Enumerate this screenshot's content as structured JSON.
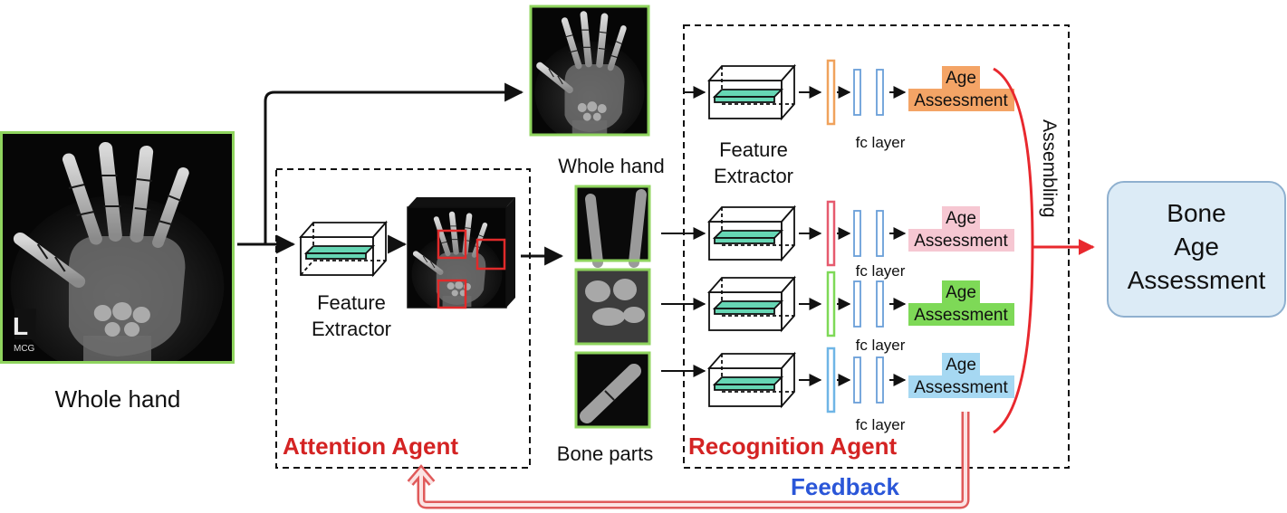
{
  "labels": {
    "input_caption": "Whole hand",
    "feature_extractor_line1": "Feature",
    "feature_extractor_line2": "Extractor",
    "whole_hand_caption": "Whole hand",
    "bone_parts_caption": "Bone parts",
    "attention_agent": "Attention Agent",
    "recognition_agent": "Recognition Agent",
    "feedback": "Feedback",
    "assembling": "Assembling",
    "fc_layer": "fc layer",
    "age_line1": "Age",
    "age_line2": "Assessment",
    "result_line1": "Bone",
    "result_line2": "Age",
    "result_line3": "Assessment",
    "xray_marker": "L",
    "xray_marker_sub": "MCG"
  },
  "branches": [
    {
      "color": "#f0a25c",
      "badge": "#f4a466"
    },
    {
      "color": "#e65a6e",
      "badge": "#f6c7d2"
    },
    {
      "color": "#7ed957",
      "badge": "#7ed957"
    },
    {
      "color": "#6fb5e6",
      "badge": "#a6d8f2"
    }
  ],
  "colors": {
    "image_border": "#8fd45e",
    "agent_red": "#d42323",
    "feedback_blue": "#2a56d8",
    "feature_bar": "#66d6b4",
    "fc_bar_stroke": "#6a9fd8",
    "result_fill": "#dcebf6",
    "result_stroke": "#8fb0cf"
  }
}
